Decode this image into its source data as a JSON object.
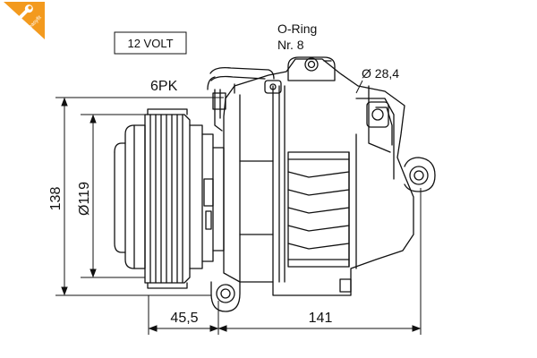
{
  "brand": {
    "name": "easyfit",
    "color": "#f39a1e",
    "icon": "wrench-icon"
  },
  "labels": {
    "voltage": "12 VOLT",
    "belt": "6PK",
    "oring_line1": "O-Ring",
    "oring_line2": "Nr. 8",
    "port_diameter": "Ø 28,4"
  },
  "dimensions": {
    "height": "138",
    "pulley_diameter": "Ø119",
    "pulley_offset": "45,5",
    "length": "141"
  },
  "colors": {
    "line": "#111111",
    "background": "#ffffff"
  }
}
